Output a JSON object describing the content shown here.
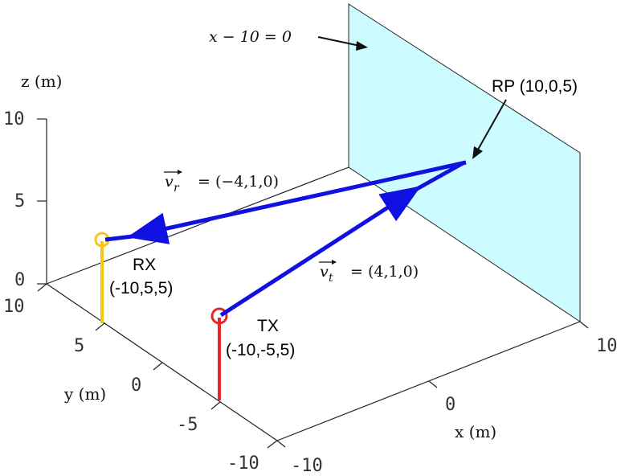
{
  "plane": {
    "equation": "x − 10 = 0",
    "color": "#ccfcff"
  },
  "axes": {
    "z_label": "z (m)",
    "y_label": "y (m)",
    "x_label": "x (m)",
    "z_ticks": [
      "10",
      "5",
      "0"
    ],
    "y_ticks": [
      "10",
      "5",
      "0",
      "-5",
      "-10"
    ],
    "x_ticks": [
      "-10",
      "0",
      "10"
    ]
  },
  "points": {
    "rp": {
      "label": "RP (10,0,5)"
    },
    "rx": {
      "name": "RX",
      "coords": "(-10,5,5)",
      "color": "#f5c518"
    },
    "tx": {
      "name": "TX",
      "coords": "(-10,-5,5)",
      "color": "#e8262a"
    }
  },
  "vectors": {
    "vr": {
      "symbol": "v",
      "subscript": "r",
      "value": "= (−4,1,0)"
    },
    "vt": {
      "symbol": "v",
      "subscript": "t",
      "value": "= (4,1,0)"
    },
    "color": "#1010e0"
  }
}
